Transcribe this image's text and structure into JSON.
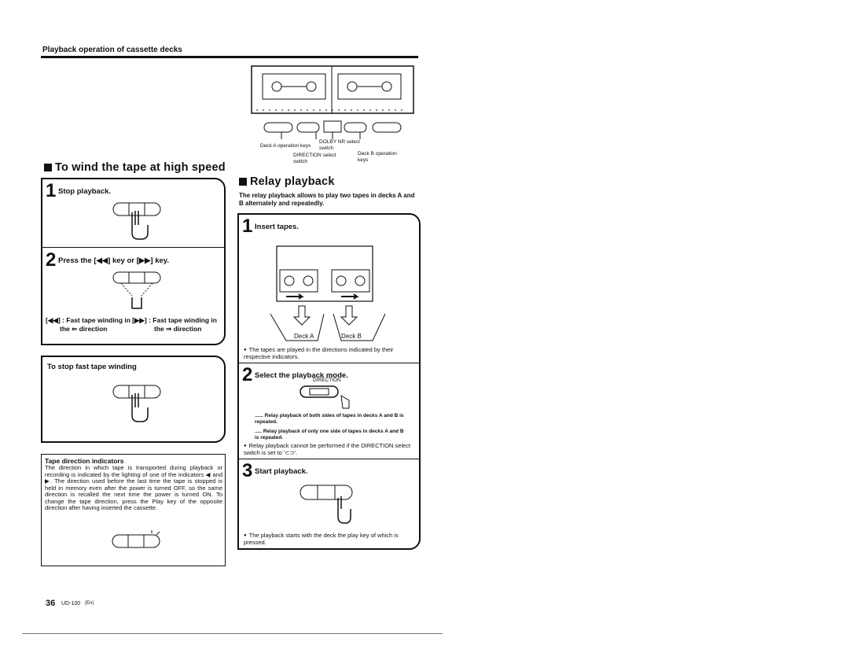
{
  "header": {
    "title": "Playback operation of cassette decks"
  },
  "diagram_labels": {
    "deck_a_keys": "Deck A operation keys",
    "dolby": "DOLBY NR select switch",
    "direction": "DIRECTION select switch",
    "deck_b_keys": "Deck B operation keys"
  },
  "wind": {
    "title": "To wind the tape at high speed",
    "step1": {
      "num": "1",
      "text": "Stop playback."
    },
    "step2": {
      "num": "2",
      "text": "Press the [◀◀] key or [▶▶] key."
    },
    "rew_desc_1": "[◀◀] : Fast tape winding in",
    "rew_desc_2": "the ⇐ direction",
    "ff_desc_1": "[▶▶] : Fast tape winding in",
    "ff_desc_2": "the ⇒ direction",
    "stop_title": "To stop fast tape winding"
  },
  "tape_dir": {
    "title": "Tape direction indicators",
    "body": "The direction in which tape is transported during playback or recording is indicated by the lighting of one of the indicators ◀ and ▶. The direction used before the last time the tape is stopped is held in memory even after the power is turned OFF, so the same direction is recalled the next time the power is turned ON. To change the tape direction, press the Play key of the opposite direction after having inserted the cassette."
  },
  "relay": {
    "title": "Relay playback",
    "intro": "The relay playback allows to play two tapes in decks A and B alternately and repeatedly.",
    "step1": {
      "num": "1",
      "text": "Insert tapes."
    },
    "deck_a": "Deck A",
    "deck_b": "Deck B",
    "step1_note": "The tapes are played in the directions indicated by their respective indicators.",
    "step2": {
      "num": "2",
      "text": "Select the playback mode."
    },
    "direction_label": "DIRECTION",
    "mode1": "...... Relay playback of both sides of tapes in decks A and B is repeated.",
    "mode2": "..... Relay playback of only one side of tapes in decks A and B is repeated.",
    "step2_note": "Relay playback cannot be performed if the DIRECTION select switch is set to '⊂⊃'.",
    "step3": {
      "num": "3",
      "text": "Start playback."
    },
    "step3_note": "The playback starts with the deck the play key of which is pressed."
  },
  "footer": {
    "page": "36",
    "model": "UD-100",
    "lang": "(En)"
  }
}
